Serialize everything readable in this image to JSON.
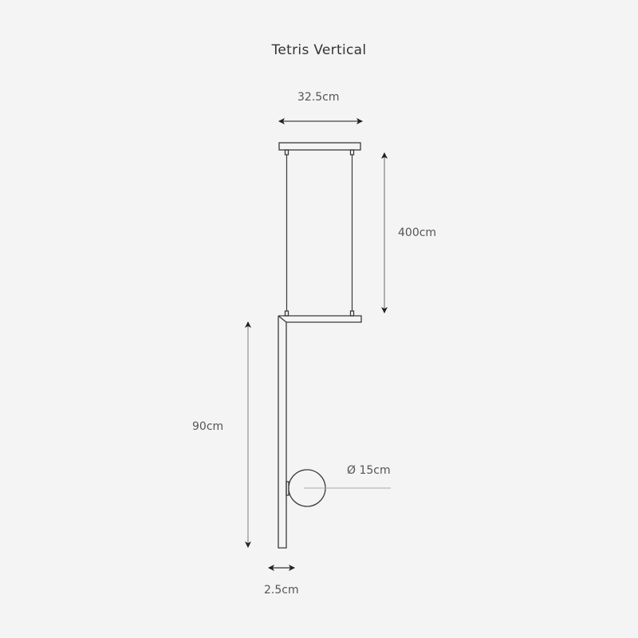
{
  "title": "Tetris Vertical",
  "dimensions": {
    "canopy_width": "32.5cm",
    "cable_drop": "400cm",
    "body_height": "90cm",
    "globe_diameter": "Ø 15cm",
    "body_depth": "2.5cm"
  },
  "colors": {
    "background": "#f4f4f4",
    "line": "#3a3a3a",
    "dimension_line": "#a0a0a0",
    "arrow": "#222222",
    "text": "#555555"
  }
}
